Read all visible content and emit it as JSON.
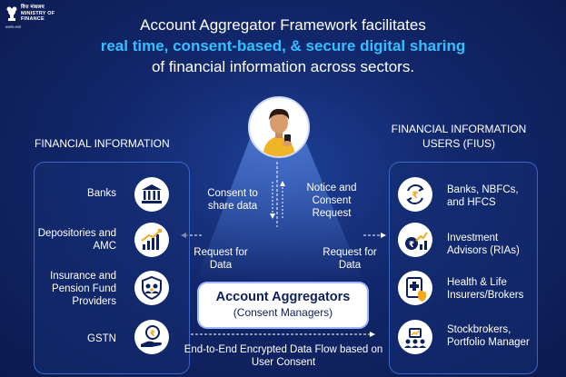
{
  "logo": {
    "hindi": "वित्त मंत्रालय",
    "line1": "MINISTRY OF",
    "line2": "FINANCE",
    "motto": "सत्यमेव जयते",
    "emblem_icon": "national-emblem-icon"
  },
  "heading": {
    "line1": "Account Aggregator Framework facilitates",
    "line2": "real time, consent-based, & secure digital sharing",
    "line3": "of financial information across sectors."
  },
  "colors": {
    "background": "#12276b",
    "highlight": "#35bfff",
    "panel_border": "#3a65c4",
    "icon_fill": "#0d1f5c",
    "accent_gold": "#f0a81c"
  },
  "left": {
    "title": "FINANCIAL INFORMATION",
    "items": [
      {
        "label": "Banks",
        "icon": "bank-icon"
      },
      {
        "label": "Depositories and AMC",
        "icon": "growth-chart-icon"
      },
      {
        "label": "Insurance and Pension Fund Providers",
        "icon": "family-protection-icon"
      },
      {
        "label": "GSTN",
        "icon": "rupee-coin-hand-icon"
      }
    ]
  },
  "right": {
    "title_line1": "FINANCIAL INFORMATION",
    "title_line2": "USERS (FIUS)",
    "items": [
      {
        "label": "Banks, NBFCs, and HFCS",
        "icon": "exchange-rupee-icon"
      },
      {
        "label": "Investment Advisors (RIAs)",
        "icon": "investment-growth-icon"
      },
      {
        "label": "Health & Life Insurers/Brokers",
        "icon": "health-shield-icon"
      },
      {
        "label": "Stockbrokers, Portfolio Manager",
        "icon": "portfolio-group-icon"
      }
    ]
  },
  "flow": {
    "consent_share": "Consent to share data",
    "notice_consent": "Notice and Consent Request",
    "request_left": "Request for Data",
    "request_right": "Request for Data",
    "aa_title": "Account Aggregators",
    "aa_subtitle": "(Consent Managers)",
    "bottom": "End-to-End Encrypted Data Flow based on User Consent"
  }
}
